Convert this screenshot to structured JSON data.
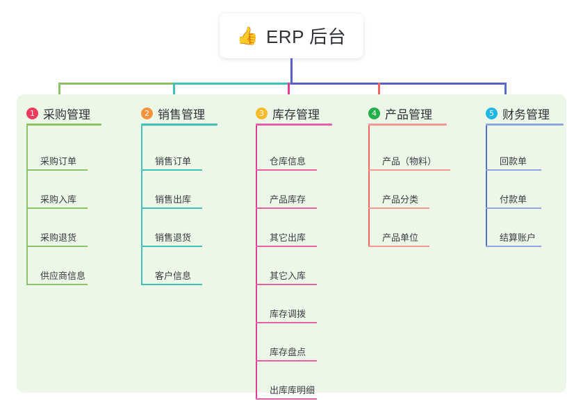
{
  "root": {
    "icon": "thumbs-up-icon",
    "emoji": "👍",
    "label": "ERP 后台"
  },
  "palette": {
    "panel_bg": "#ecf7e7",
    "page_bg": "#ffffff",
    "stem": "#5a5fc7",
    "green": "#7fbc4c",
    "teal": "#17b8a6",
    "pink": "#e0409a",
    "red": "#f4645f",
    "blue": "#4f6fd0"
  },
  "columns": [
    {
      "number": "1",
      "title": "采购管理",
      "badge_color": "#ee3b5c",
      "line_color": "#8cc263",
      "underline_color": "#8cc263",
      "items": [
        {
          "label": "采购订单"
        },
        {
          "label": "采购入库"
        },
        {
          "label": "采购退货"
        },
        {
          "label": "供应商信息"
        }
      ]
    },
    {
      "number": "2",
      "title": "销售管理",
      "badge_color": "#f5933c",
      "line_color": "#3fc2b5",
      "underline_color": "#3fc2b5",
      "items": [
        {
          "label": "销售订单"
        },
        {
          "label": "销售出库"
        },
        {
          "label": "销售退货"
        },
        {
          "label": "客户信息"
        }
      ]
    },
    {
      "number": "3",
      "title": "库存管理",
      "badge_color": "#f5bb2a",
      "line_color": "#e23d96",
      "underline_color": "#e85fa8",
      "items": [
        {
          "label": "仓库信息"
        },
        {
          "label": "产品库存"
        },
        {
          "label": "其它出库"
        },
        {
          "label": "其它入库"
        },
        {
          "label": "库存调拨"
        },
        {
          "label": "库存盘点"
        },
        {
          "label": "出库库明细"
        }
      ]
    },
    {
      "number": "4",
      "title": "产品管理",
      "badge_color": "#22b04a",
      "line_color": "#f4645f",
      "underline_color": "#f89791",
      "items": [
        {
          "label": "产品（物料）"
        },
        {
          "label": "产品分类"
        },
        {
          "label": "产品单位"
        }
      ]
    },
    {
      "number": "5",
      "title": "财务管理",
      "badge_color": "#1fb6e8",
      "line_color": "#4f6fd0",
      "underline_color": "#8fa5e2",
      "items": [
        {
          "label": "回款单"
        },
        {
          "label": "付款单"
        },
        {
          "label": "结算账户"
        }
      ]
    }
  ]
}
